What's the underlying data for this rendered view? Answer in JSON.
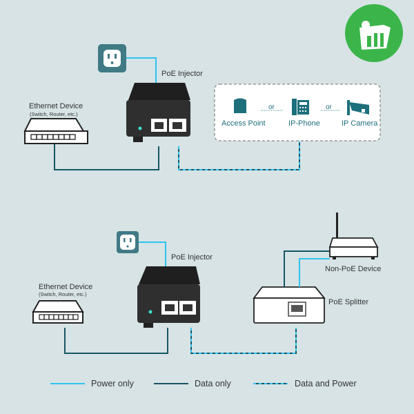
{
  "colors": {
    "background": "#d7e3e5",
    "power_only": "#2ec4f0",
    "data_only": "#175563",
    "data_and_power": "#2ec4f0",
    "outlet": "#3f7a85",
    "injector": "#2b2b2b",
    "device_accent": "#1d6f7c",
    "badge_green": "#3bb54a"
  },
  "top": {
    "injector_label": "PoE Injector",
    "ethernet_device_label": "Ethernet Device",
    "ethernet_device_sub": "(Switch, Router, etc.)",
    "devices": [
      {
        "label": "Access Point",
        "icon": "access-point-icon"
      },
      {
        "label": "IP-Phone",
        "icon": "ip-phone-icon"
      },
      {
        "label": "IP Camera",
        "icon": "ip-camera-icon"
      }
    ],
    "or_text": "or"
  },
  "bottom": {
    "injector_label": "PoE Injector",
    "ethernet_device_label": "Ethernet Device",
    "ethernet_device_sub": "(Switch, Router, etc.)",
    "splitter_label": "PoE Splitter",
    "non_poe_label": "Non-PoE Device"
  },
  "legend": [
    {
      "label": "Power only",
      "style": "solid-light"
    },
    {
      "label": "Data only",
      "style": "solid-dark"
    },
    {
      "label": "Data and Power",
      "style": "dashed"
    }
  ]
}
